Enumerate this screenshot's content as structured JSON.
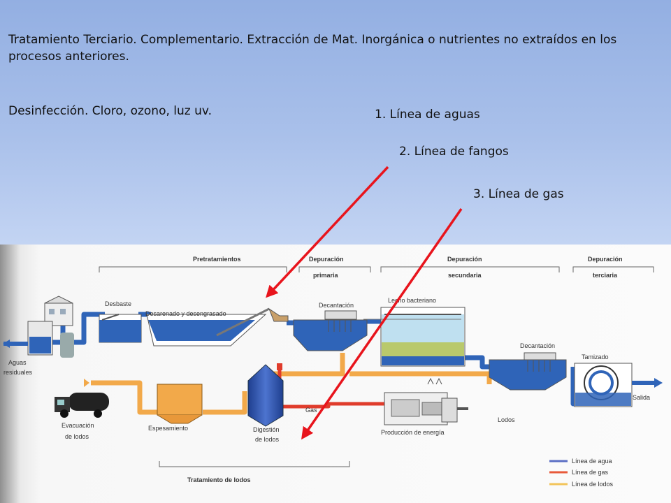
{
  "slide": {
    "intro_text": "Tratamiento Terciario. Complementario. Extracción de Mat. Inorgánica o nutrientes no extraídos en los procesos anteriores.",
    "disinfection_text": "Desinfección. Cloro, ozono, luz uv.",
    "lines": [
      {
        "label": "1. Línea de aguas"
      },
      {
        "label": "2. Línea de fangos"
      },
      {
        "label": "3. Línea de gas"
      }
    ]
  },
  "diagram": {
    "sections": {
      "pretreatment": "Pretratamientos",
      "primary_1": "Depuración",
      "primary_2": "primaria",
      "secondary_1": "Depuración",
      "secondary_2": "secundaria",
      "tertiary_1": "Depuración",
      "tertiary_2": "terciaria"
    },
    "labels": {
      "inlet_1": "Aguas",
      "inlet_2": "residuales",
      "desbaste": "Desbaste",
      "desarenado": "Desarenado y desengrasado",
      "decantacion_primaria": "Decantación",
      "lecho": "Lecho bacteriano",
      "decantacion_secundaria": "Decantación",
      "tamizado": "Tamizado",
      "salida": "Salida",
      "lodos": "Lodos",
      "gas": "Gas",
      "produccion": "Producción de energía",
      "evacuacion_1": "Evacuación",
      "evacuacion_2": "de lodos",
      "espesamiento": "Espesamiento",
      "digestion_1": "Digestión",
      "digestion_2": "de lodos",
      "tratamiento_lodos": "Tratamiento de lodos"
    },
    "legend": [
      {
        "label": "Línea de agua",
        "color": "#5b6fc4"
      },
      {
        "label": "Línea de gas",
        "color": "#e85a3a"
      },
      {
        "label": "Línea de lodos",
        "color": "#f2c45a"
      }
    ],
    "colors": {
      "water": "#2f64b8",
      "sludge": "#f2a94a",
      "gas": "#e03c2c",
      "arrow": "#e8141c"
    }
  }
}
